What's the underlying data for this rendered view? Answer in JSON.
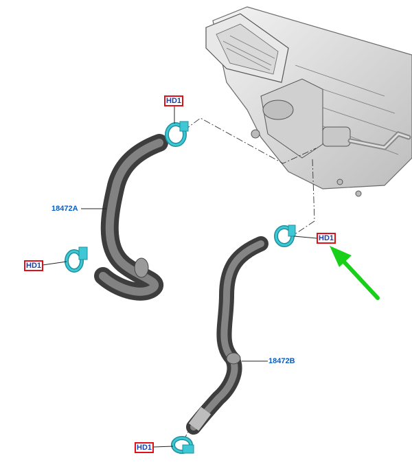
{
  "labels": {
    "hose_a": "18472A",
    "hose_b": "18472B",
    "clamp_top": "HD1",
    "clamp_left": "HD1",
    "clamp_right": "HD1",
    "clamp_bottom": "HD1"
  },
  "colors": {
    "part_number": "#0a5ec2",
    "clamp_tag_border": "#e0101a",
    "clamp_tag_text": "#1a3fa8",
    "clamp": "#3ec8d6",
    "hose": "#6a6a6a",
    "highlight_arrow": "#18d018"
  },
  "icons": {
    "hvac_unit": "heater-core-assembly",
    "clamps": "hose-clamp",
    "pointer": "green-arrow"
  }
}
